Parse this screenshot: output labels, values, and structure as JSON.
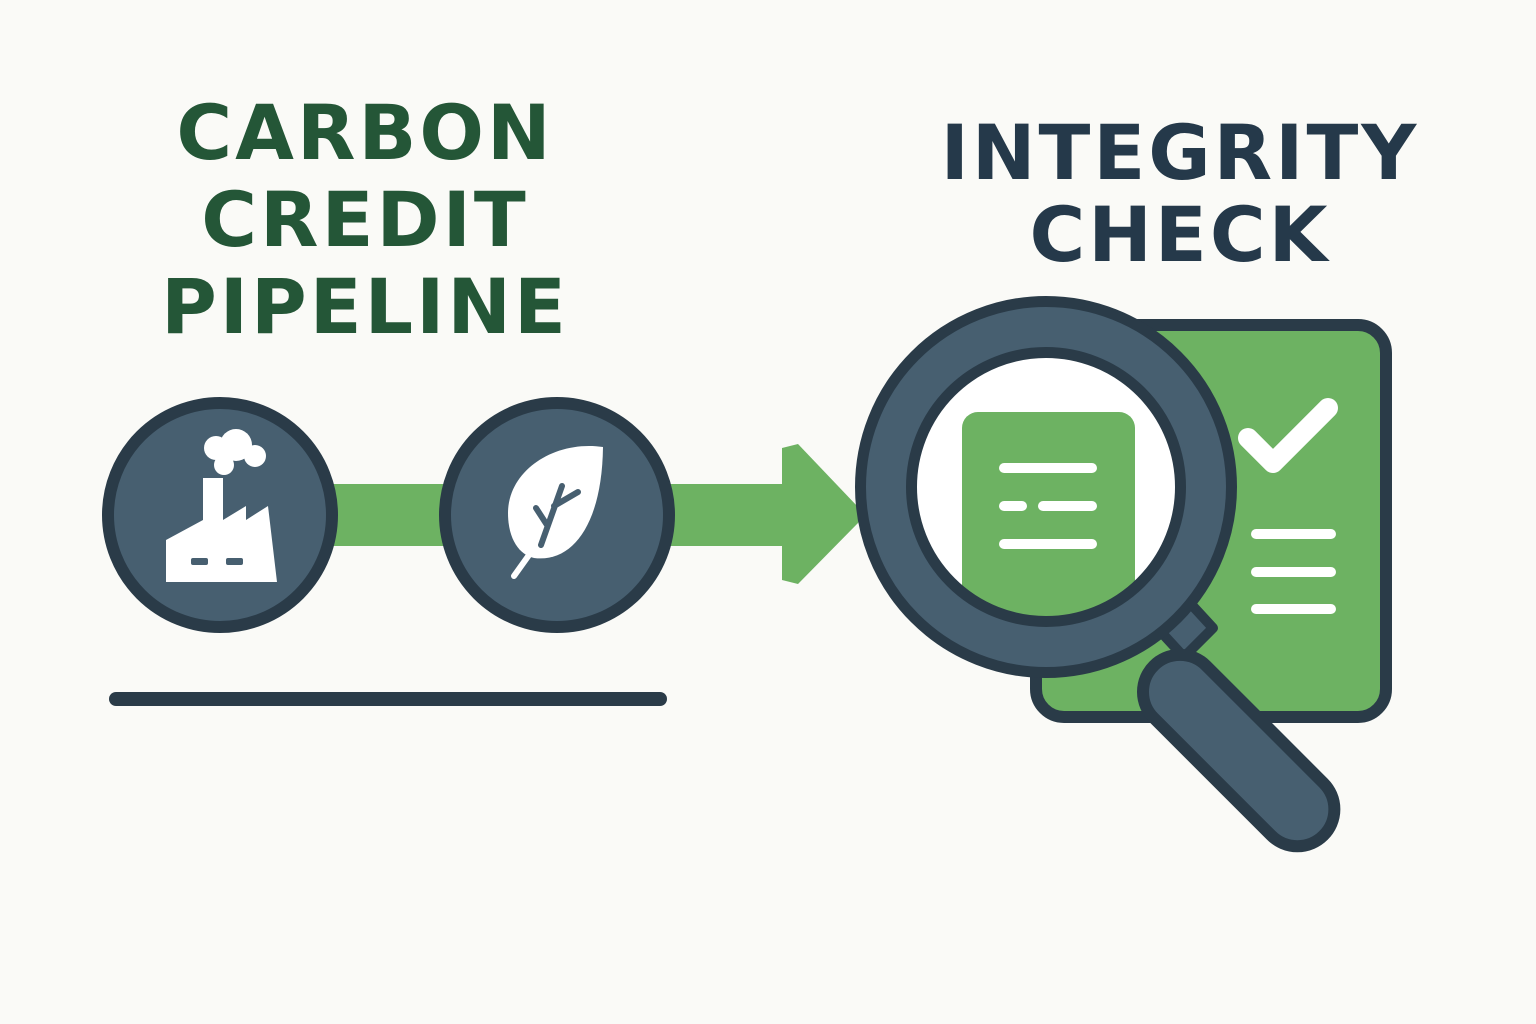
{
  "colors": {
    "background": "#fafaf7",
    "title_green": "#245637",
    "title_navy": "#25394a",
    "accent_green": "#6db262",
    "slate": "#475f70",
    "outline": "#2a3b48",
    "white": "#ffffff"
  },
  "left_title": {
    "lines": [
      "CARBON",
      "CREDIT",
      "PIPELINE"
    ]
  },
  "right_title": {
    "lines": [
      "INTEGRITY",
      "CHECK"
    ]
  },
  "icons": {
    "factory": "factory-icon",
    "leaf": "leaf-icon",
    "arrow": "arrow-right-icon",
    "document": "document-icon",
    "checklist": "checklist-icon",
    "checkmark": "checkmark-icon",
    "magnifier": "magnifying-glass-icon"
  }
}
